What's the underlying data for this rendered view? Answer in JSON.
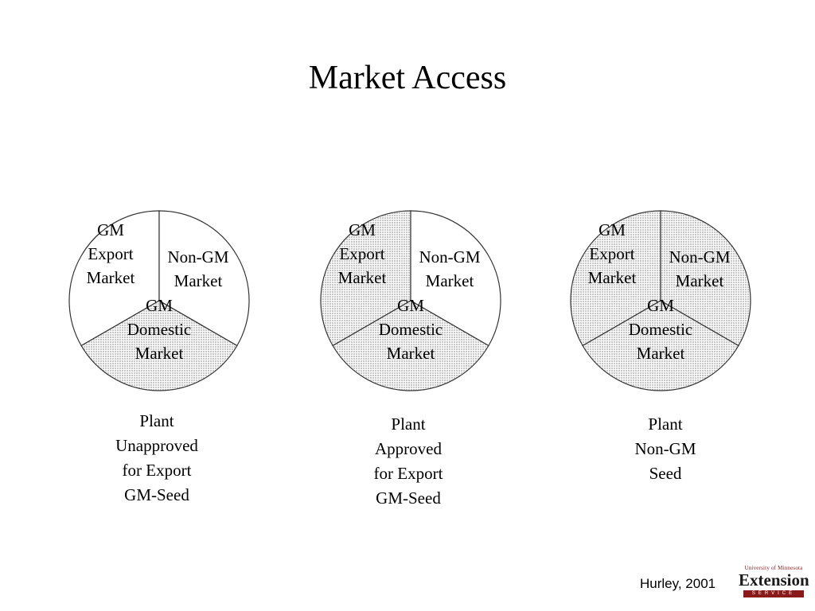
{
  "title": "Market Access",
  "diagrams": [
    {
      "segments": [
        {
          "lines": [
            "GM",
            "Export",
            "Market"
          ],
          "shaded": false
        },
        {
          "lines": [
            "Non-GM",
            "Market"
          ],
          "shaded": false
        },
        {
          "lines": [
            "GM",
            "Domestic",
            "Market"
          ],
          "shaded": true
        }
      ],
      "caption": [
        "Plant",
        "Unapproved",
        "for Export",
        "GM-Seed"
      ]
    },
    {
      "segments": [
        {
          "lines": [
            "GM",
            "Export",
            "Market"
          ],
          "shaded": true
        },
        {
          "lines": [
            "Non-GM",
            "Market"
          ],
          "shaded": false
        },
        {
          "lines": [
            "GM",
            "Domestic",
            "Market"
          ],
          "shaded": true
        }
      ],
      "caption": [
        "Plant",
        "Approved",
        "for Export",
        "GM-Seed"
      ]
    },
    {
      "segments": [
        {
          "lines": [
            "GM",
            "Export",
            "Market"
          ],
          "shaded": true
        },
        {
          "lines": [
            "Non-GM",
            "Market"
          ],
          "shaded": true
        },
        {
          "lines": [
            "GM",
            "Domestic",
            "Market"
          ],
          "shaded": true
        }
      ],
      "caption": [
        "Plant",
        "Non-GM",
        "Seed"
      ]
    }
  ],
  "credit": "Hurley, 2001",
  "logo": {
    "university": "University of Minnesota",
    "name": "Extension",
    "service": "SERVICE",
    "accent_color": "#8a1a1a"
  },
  "colors": {
    "shade": "#e4e4e4",
    "outline": "#333333"
  }
}
